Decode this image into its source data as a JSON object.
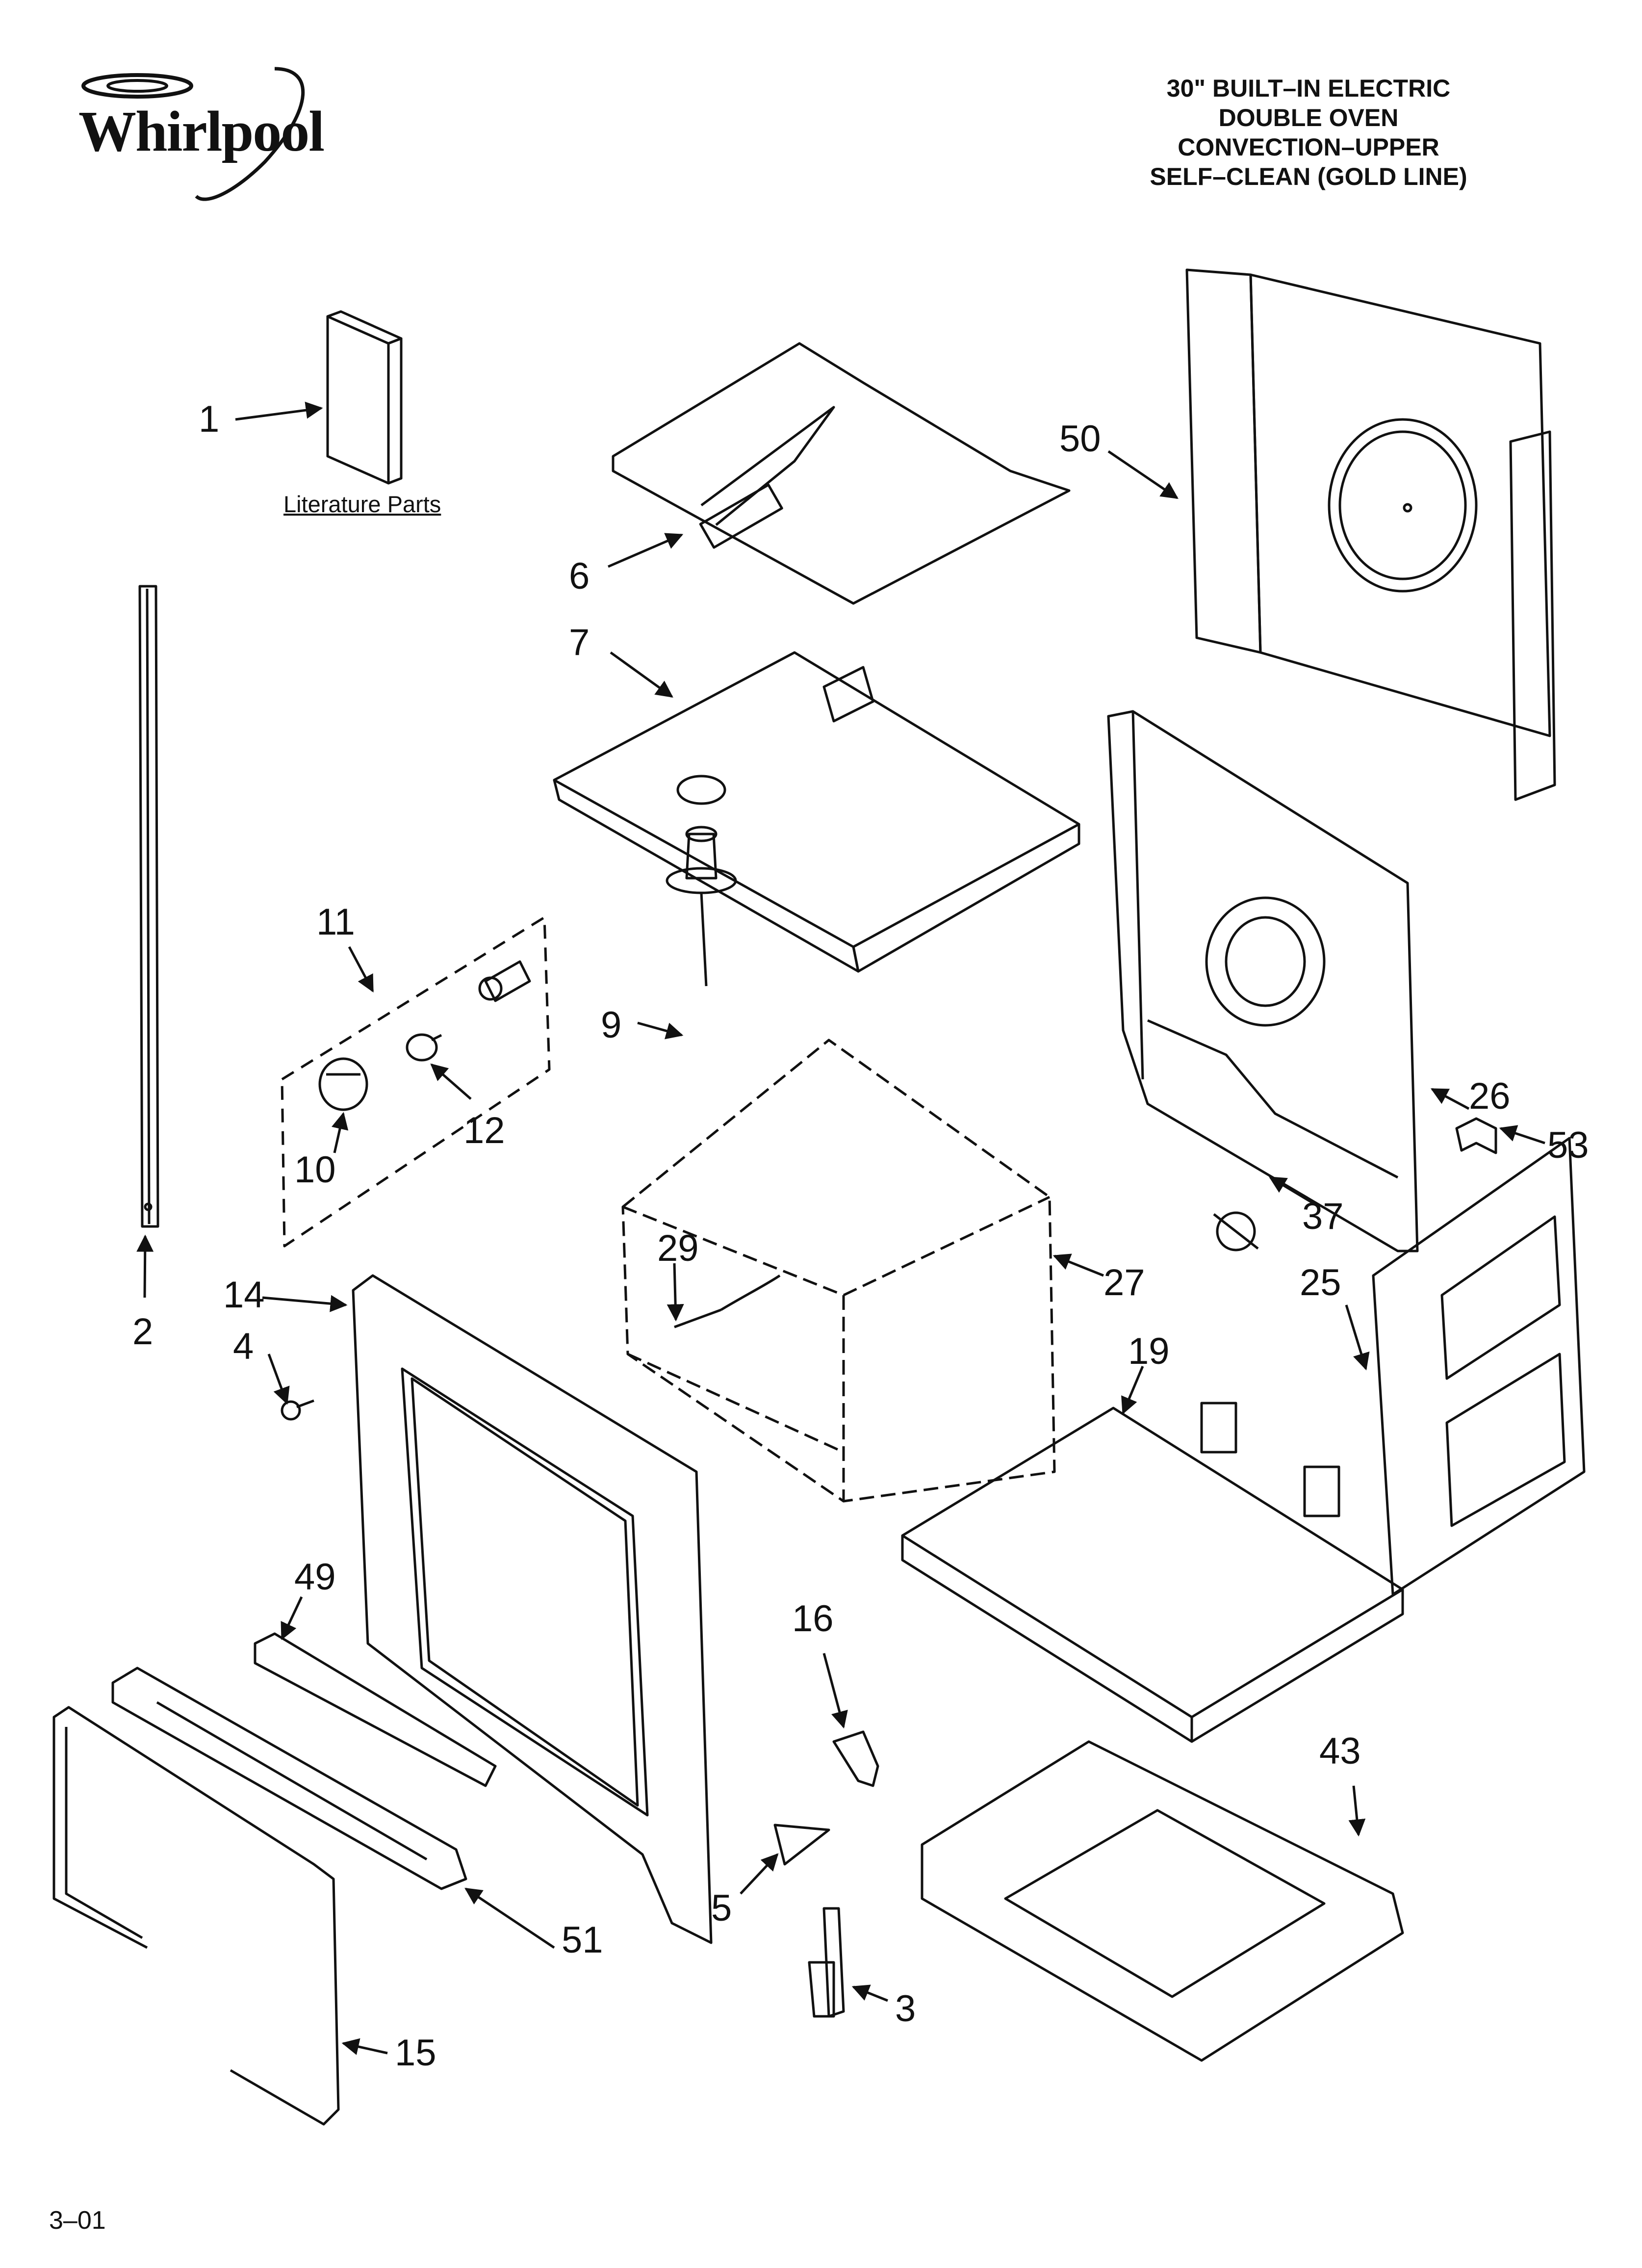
{
  "brand": {
    "name": "Whirlpool"
  },
  "title": {
    "lines": [
      "30\" BUILT–IN ELECTRIC",
      "DOUBLE OVEN",
      "CONVECTION–UPPER",
      "SELF–CLEAN (GOLD LINE)"
    ]
  },
  "literature_caption": "Literature Parts",
  "page_number": "3–01",
  "callouts": {
    "c1": "1",
    "c2": "2",
    "c3": "3",
    "c4": "4",
    "c5": "5",
    "c6": "6",
    "c7": "7",
    "c9": "9",
    "c10": "10",
    "c11": "11",
    "c12": "12",
    "c14": "14",
    "c15": "15",
    "c16": "16",
    "c19": "19",
    "c25": "25",
    "c26": "26",
    "c27": "27",
    "c29": "29",
    "c37": "37",
    "c43": "43",
    "c49": "49",
    "c50": "50",
    "c51": "51",
    "c53": "53"
  }
}
